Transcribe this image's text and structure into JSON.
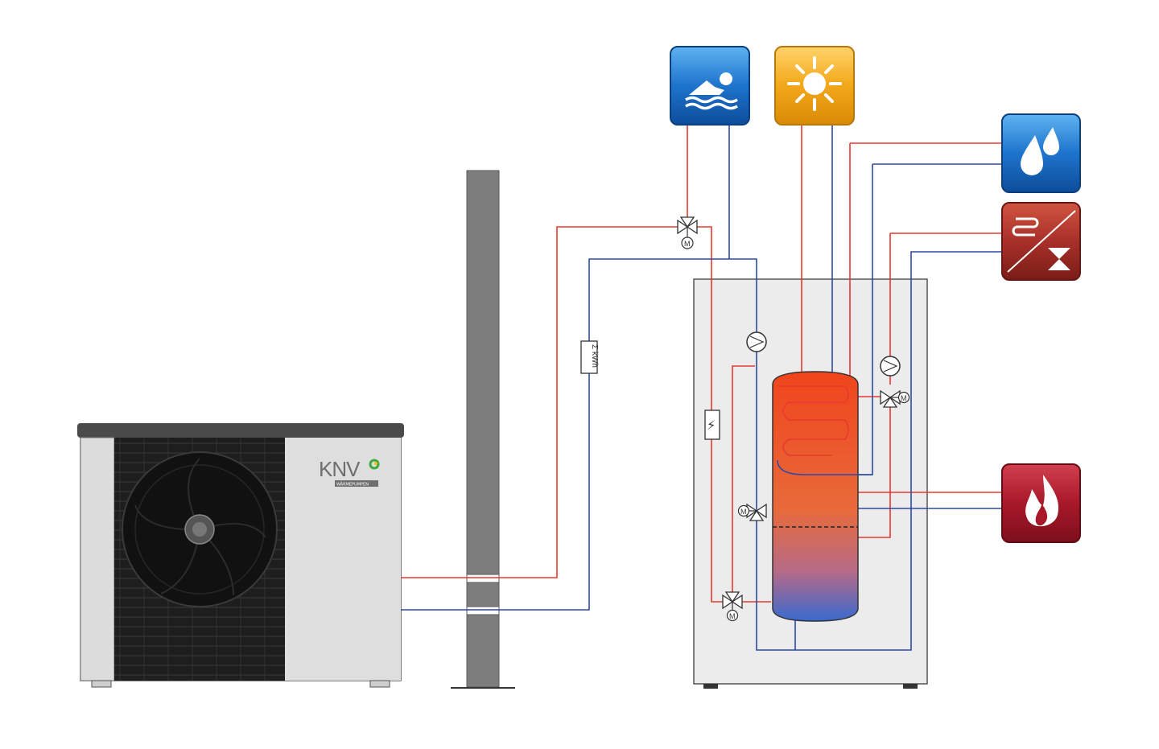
{
  "brand": {
    "name": "KNV",
    "tagline": "WÄRMEPUMPEN"
  },
  "colors": {
    "supply_line": "#e8382f",
    "return_line": "#2c4aa8",
    "wall": "#7d7d7d",
    "unit_body": "#d9d9d9",
    "grille": "#2a2a2a",
    "tank_top": "#f0441c",
    "tank_bottom": "#3a6ad0",
    "icon_blue": "#1d6fc4",
    "icon_yellow": "#f2a81a",
    "icon_dark_red": "#9c2a22",
    "icon_red": "#a8182a"
  },
  "icons": {
    "pool": "swimmer-icon",
    "solar": "sun-icon",
    "hot_water": "water-drops-icon",
    "heating_cooling": "heating-cooling-icon",
    "backup_heater": "flame-icon"
  },
  "components": {
    "valve_motor_label": "M",
    "heat_meter_label": "Σ kWh",
    "electric_heater_symbol": "⚡"
  }
}
